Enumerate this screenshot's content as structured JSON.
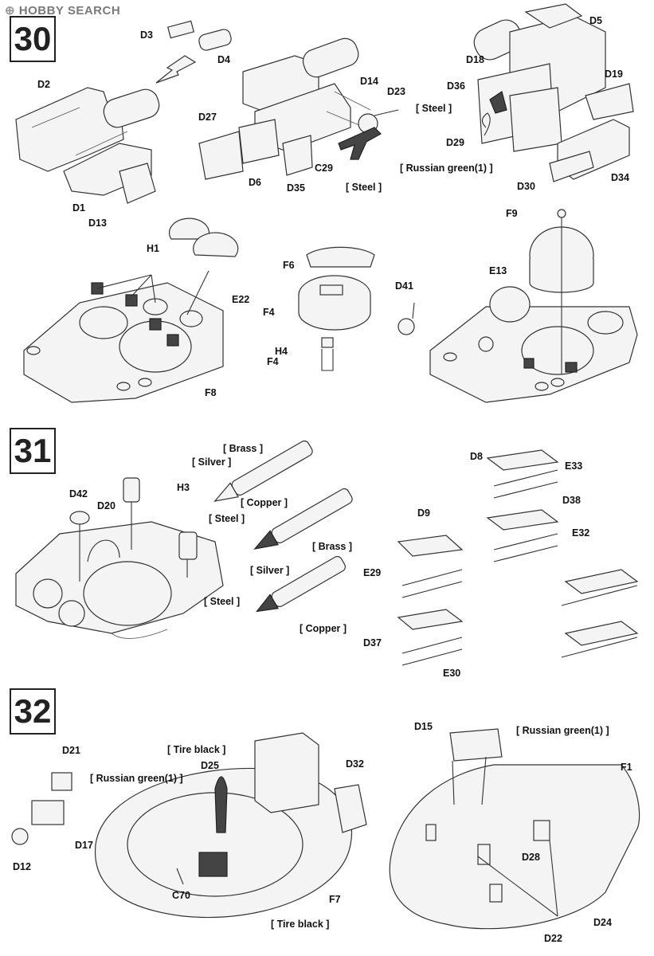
{
  "watermark": {
    "brand": "HOBBY SEARCH"
  },
  "steps": [
    "30",
    "31",
    "32"
  ],
  "labels": {
    "s30": [
      "D3",
      "D4",
      "D2",
      "D1",
      "D13",
      "D27",
      "D6",
      "D35",
      "C29",
      "D14",
      "D23",
      "D5",
      "D18",
      "D36",
      "D19",
      "D29",
      "D30",
      "D34",
      "H1",
      "E22",
      "F8",
      "F6",
      "F4",
      "H4",
      "F4",
      "F9",
      "D41",
      "E13"
    ],
    "s31": [
      "D42",
      "D20",
      "H3",
      "D8",
      "E33",
      "D38",
      "D9",
      "E32",
      "E29",
      "D37",
      "E30"
    ],
    "s32": [
      "D21",
      "D12",
      "D17",
      "D25",
      "D32",
      "C70",
      "F7",
      "D15",
      "F1",
      "D28",
      "D22",
      "D24"
    ]
  },
  "paints": {
    "s30": [
      "[ Steel ]",
      "[ Steel ]",
      "[ Russian green(1) ]"
    ],
    "s31": [
      "[ Brass ]",
      "[ Silver ]",
      "[ Copper ]",
      "[ Steel ]",
      "[ Brass ]",
      "[ Silver ]",
      "[ Steel ]",
      "[ Copper ]"
    ],
    "s32": [
      "[ Tire black ]",
      "[ Russian green(1) ]",
      "[ Russian green(1) ]",
      "[ Tire black ]"
    ]
  }
}
